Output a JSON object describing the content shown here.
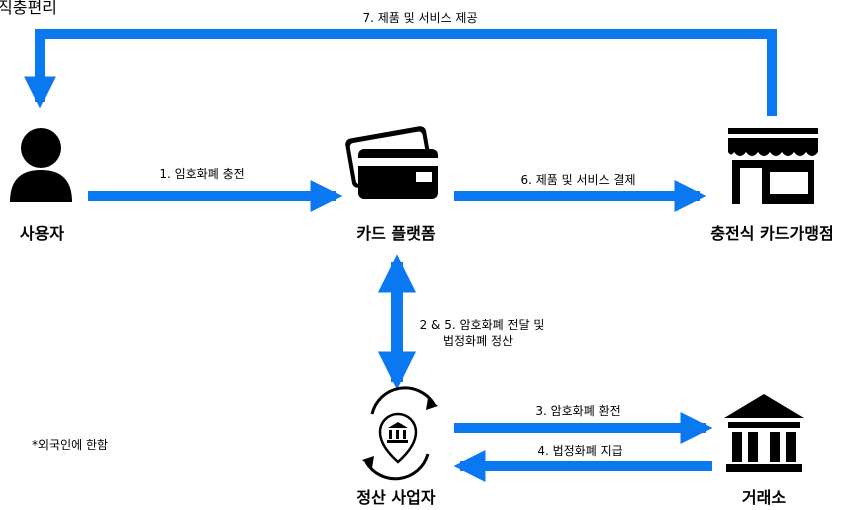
{
  "title_fragment": "직충편리",
  "nodes": {
    "user": "사용자",
    "card_platform": "카드 플랫폼",
    "merchant": "충전식 카드가맹점",
    "settlement": "정산 사업자",
    "exchange": "거래소"
  },
  "edges": {
    "e1": "1. 임호화폐 충전",
    "e6": "6. 제품 및 서비스 결제",
    "e7": "7. 제품 및 서비스 제공",
    "e25_line1": "2 & 5. 암호화폐 전달 및",
    "e25_line2": "법정화폐 정산",
    "e3": "3. 암호화폐 환전",
    "e4": "4. 법정화폐 지급"
  },
  "note": "*외국인에 한함",
  "colors": {
    "arrow": "#0a78f0",
    "icon": "#000000"
  },
  "icons": [
    "person-icon",
    "credit-card-icon",
    "store-icon",
    "bank-icon",
    "settlement-cycle-icon"
  ]
}
